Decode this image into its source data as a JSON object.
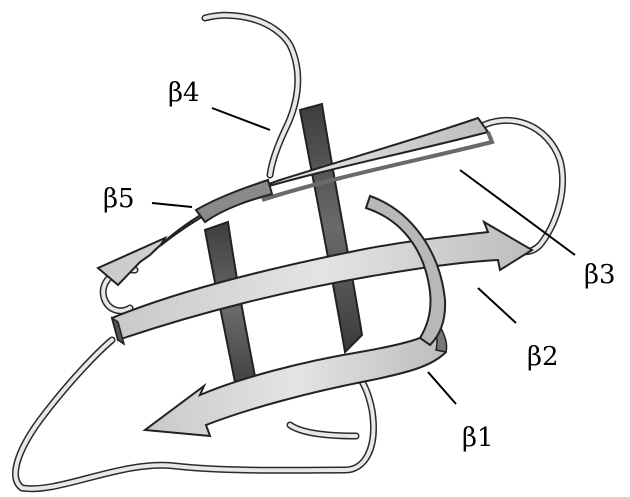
{
  "labels": {
    "b1": "β1",
    "b2": "β2",
    "b3": "β3",
    "b4": "β4",
    "b5": "β5"
  },
  "colors": {
    "strand_light": "#d2d2d2",
    "strand_mid": "#a9a9a9",
    "strand_dark": "#4e4e4e",
    "edge": "#2a2a2a",
    "loop_fill": "#e6e6e6",
    "background": "#ffffff",
    "text": "#000000"
  }
}
